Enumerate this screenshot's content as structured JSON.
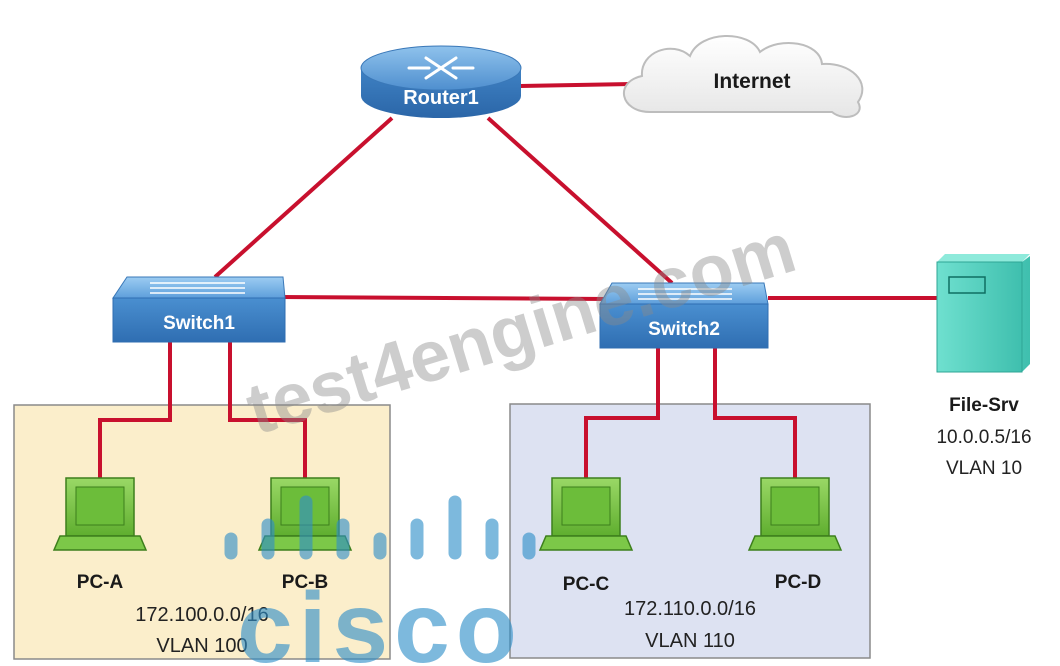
{
  "nodes": {
    "router1": {
      "label": "Router1"
    },
    "internet": {
      "label": "Internet"
    },
    "switch1": {
      "label": "Switch1"
    },
    "switch2": {
      "label": "Switch2"
    },
    "file_srv": {
      "label": "File-Srv",
      "ip": "10.0.0.5/16",
      "vlan": "VLAN 10"
    },
    "pc_a": {
      "label": "PC-A"
    },
    "pc_b": {
      "label": "PC-B"
    },
    "pc_c": {
      "label": "PC-C"
    },
    "pc_d": {
      "label": "PC-D"
    }
  },
  "vlan_zones": {
    "left": {
      "subnet": "172.100.0.0/16",
      "vlan": "VLAN 100",
      "color": "#fbeecb"
    },
    "right": {
      "subnet": "172.110.0.0/16",
      "vlan": "VLAN 110",
      "color": "#dde2f2"
    }
  },
  "watermarks": {
    "site": "test4engine.com",
    "brand": "cisco"
  },
  "colors": {
    "link": "#c8102e",
    "device_blue": "#4a8fd0",
    "pc_green": "#7bc043",
    "server_teal": "#5fd3c2",
    "cisco_blue": "#2f8fc9"
  }
}
